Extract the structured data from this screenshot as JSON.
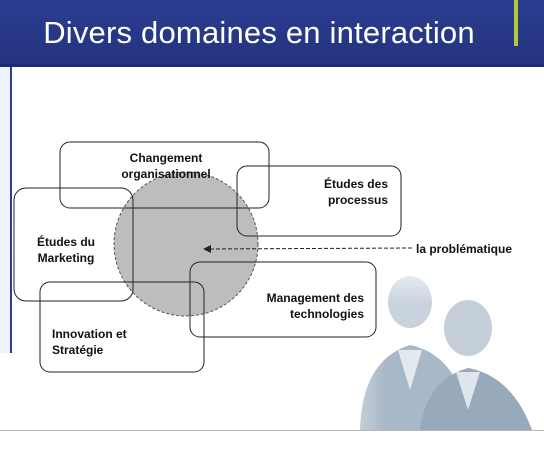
{
  "slide": {
    "title": "Divers domaines en interaction"
  },
  "diagram": {
    "labels": {
      "changement": "Changement organisationnel",
      "processus": "Études des processus",
      "marketing": "Études du Marketing",
      "management": "Management des technologies",
      "innovation": "Innovation et Stratégie",
      "problematique": "la problématique"
    }
  },
  "colors": {
    "title_bar": "#2d3d90",
    "accent": "#b8c832",
    "circle_fill": "#bdbdbd"
  }
}
